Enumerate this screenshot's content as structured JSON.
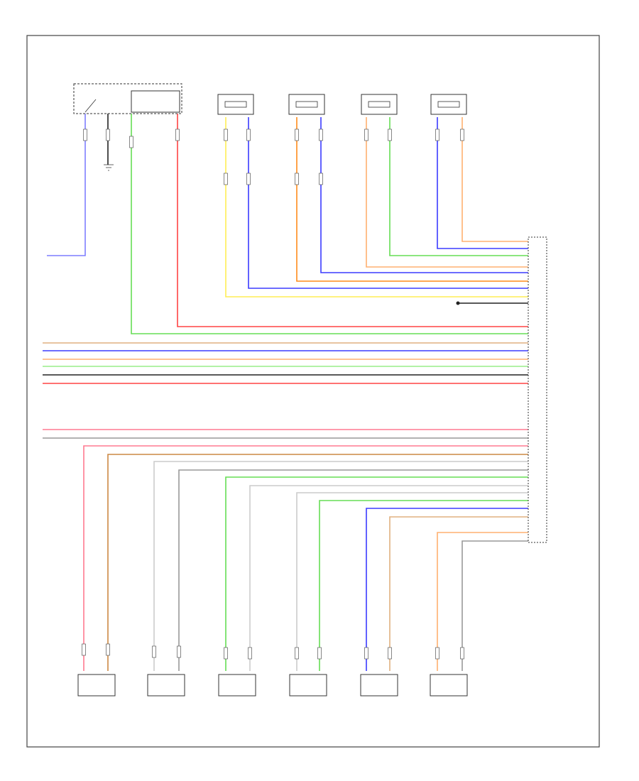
{
  "diagram": {
    "footer_code": "",
    "legend_box_label": "",
    "top_components": [
      {
        "id": "tc1",
        "label_lines": [
          "",
          "",
          "",
          "",
          "",
          ""
        ],
        "pins": [
          "",
          ""
        ]
      },
      {
        "id": "tc2",
        "label_lines": [
          "",
          "",
          "",
          "",
          "",
          ""
        ],
        "pins": [
          "",
          ""
        ]
      },
      {
        "id": "tc3",
        "label_lines": [
          "",
          "",
          "",
          "",
          "",
          ""
        ],
        "pins": [
          "",
          ""
        ]
      },
      {
        "id": "tc4",
        "label_lines": [
          "",
          "",
          "",
          "",
          "",
          ""
        ],
        "pins": [
          "",
          ""
        ]
      }
    ],
    "buckle_switch": {
      "label_lines": [
        "",
        ""
      ],
      "ground_label_lines": [
        "",
        "",
        "",
        ""
      ]
    },
    "bottom_components": [
      {
        "id": "bc1",
        "label_lines": [
          "",
          "",
          "",
          "",
          "",
          ""
        ]
      },
      {
        "id": "bc2",
        "label_lines": [
          "",
          "",
          "",
          "",
          "",
          ""
        ]
      },
      {
        "id": "bc3",
        "label_lines": [
          "",
          "",
          "",
          "",
          "",
          ""
        ]
      },
      {
        "id": "bc4",
        "label_lines": [
          "",
          "",
          "",
          "",
          "",
          ""
        ]
      },
      {
        "id": "bc5",
        "label_lines": [
          "",
          "",
          "",
          "",
          "",
          ""
        ]
      },
      {
        "id": "bc6",
        "label_lines": [
          "",
          "",
          "",
          ""
        ]
      }
    ],
    "module": {
      "label_lines": [
        "",
        "",
        ""
      ],
      "header_label": ""
    },
    "ground_splice": {
      "label_lines": [
        "",
        "",
        ""
      ]
    },
    "wire_colors": {
      "violet": "#7f7fff",
      "blue": "#3b3bff",
      "orange": "#ff8c1a",
      "light_orange": "#ffb070",
      "yellow": "#ffee55",
      "green": "#66dd55",
      "light_green": "#99ee88",
      "red": "#ff4444",
      "pink": "#ff7a90",
      "brown": "#cc8844",
      "gray": "#999999",
      "light_gray": "#cccccc",
      "black": "#222222",
      "tan": "#e0b080"
    }
  }
}
